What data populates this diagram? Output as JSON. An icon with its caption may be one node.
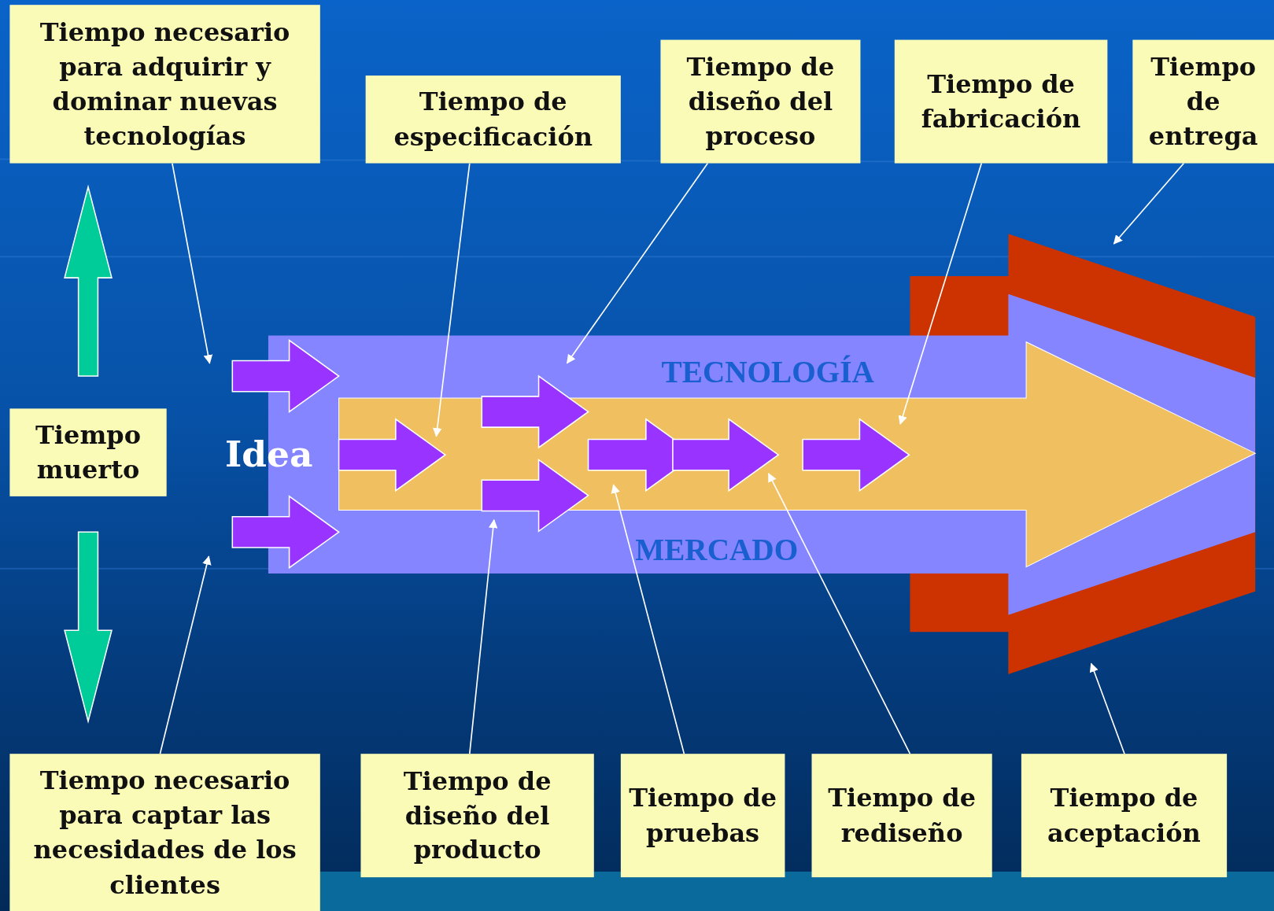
{
  "diagram": {
    "nodes": [
      {
        "text": [
          "Tiempo necesario para adquirir y dominar nuevas tecnologías"
        ]
      },
      {
        "text": [
          "Tiempo de especificación"
        ]
      },
      {
        "text": [
          "Tiempo de diseño del proceso"
        ]
      },
      {
        "text": [
          "Tiempo de fabricación"
        ]
      },
      {
        "text": [
          "Tiempo de entrega"
        ]
      },
      {
        "text": [
          "Tiempo muerto"
        ]
      },
      {
        "text": [
          "TECNOLOGÍA",
          "MERCADO"
        ]
      },
      {
        "text": [
          "Tiempo necesario para captar las necesidades de los clientes"
        ]
      },
      {
        "text": [
          "Tiempo de diseño del producto"
        ]
      },
      {
        "text": [
          "Tiempo de pruebas"
        ]
      },
      {
        "text": [
          "Tiempo de rediseño"
        ]
      },
      {
        "text": [
          "Tiempo de aceptación"
        ]
      }
    ],
    "edges": [
      {
        "from": 0,
        "to": null,
        "arrow": "to"
      },
      {
        "from": 1,
        "to": 6,
        "arrow": "to"
      },
      {
        "from": 2,
        "to": 6,
        "arrow": "to"
      },
      {
        "from": 3,
        "to": 6,
        "arrow": "to"
      },
      {
        "from": 4,
        "to": null,
        "arrow": "to"
      },
      {
        "from": 7,
        "to": null,
        "arrow": "to"
      },
      {
        "from": 8,
        "to": 6,
        "arrow": "to"
      },
      {
        "from": 9,
        "to": 6,
        "arrow": "to"
      },
      {
        "from": 10,
        "to": 6,
        "arrow": "to"
      },
      {
        "from": 11,
        "to": null,
        "arrow": "to"
      },
      {
        "from": 5,
        "to": 0,
        "arrow": "to"
      },
      {
        "from": 5,
        "to": 7,
        "arrow": "to"
      }
    ],
    "labels": [
      "Idea"
    ]
  }
}
